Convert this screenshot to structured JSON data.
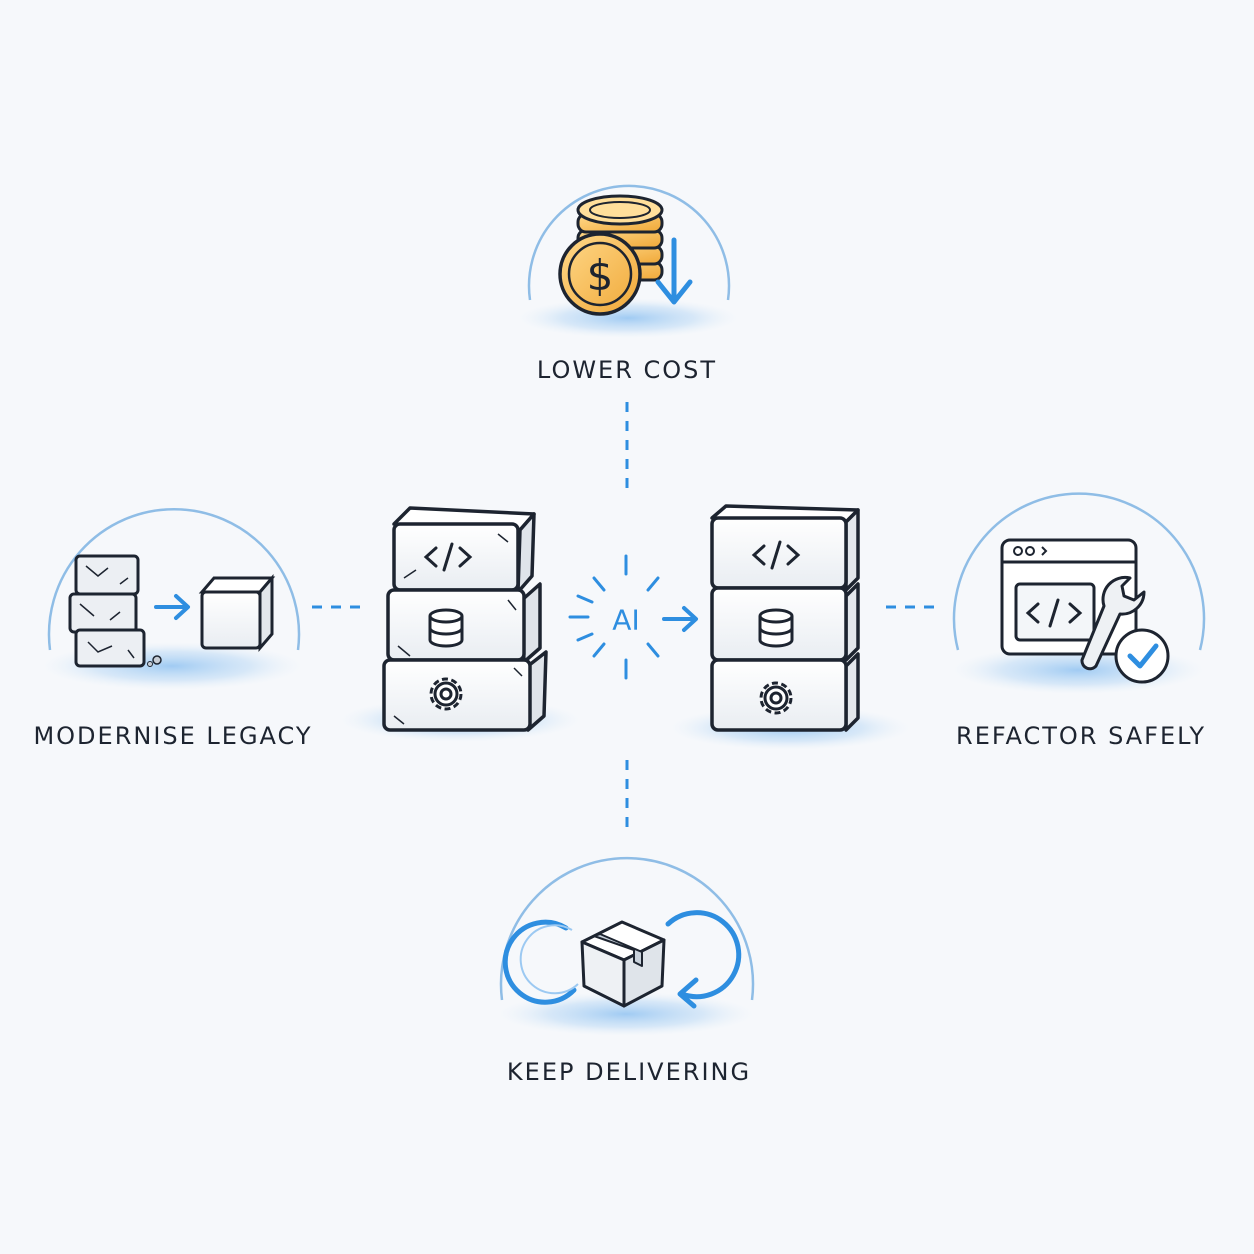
{
  "benefits": {
    "top": {
      "label": "LOWER COST",
      "icon": "coins-down-icon"
    },
    "left": {
      "label": "MODERNISE LEGACY",
      "icon": "legacy-blocks-icon"
    },
    "right": {
      "label": "REFACTOR SAFELY",
      "icon": "wrench-code-window-icon"
    },
    "bottom": {
      "label": "KEEP DELIVERING",
      "icon": "package-cycle-icon"
    }
  },
  "center": {
    "ai_label": "AI",
    "before_stack": [
      "code-icon",
      "database-icon",
      "gear-icon"
    ],
    "after_stack": [
      "code-icon",
      "database-icon",
      "gear-icon"
    ]
  },
  "colors": {
    "accent": "#2e8ee0",
    "coin": "#f5b64a",
    "ink": "#1d2430",
    "background": "#f6f8fb"
  }
}
